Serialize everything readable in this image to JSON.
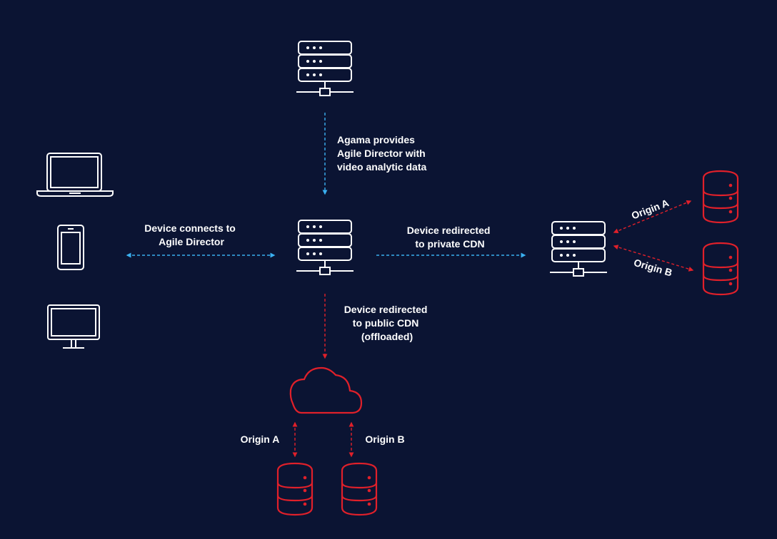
{
  "colors": {
    "background": "#0b1433",
    "icon_white": "#ffffff",
    "icon_red": "#e0202a",
    "arrow_blue": "#3ab0f0",
    "arrow_red": "#e0202a"
  },
  "icons": {
    "devices": [
      "laptop-icon",
      "smartphone-icon",
      "monitor-icon"
    ],
    "servers": [
      "agama-server-icon",
      "agile-director-server-icon",
      "private-cdn-server-icon"
    ],
    "cloud": "public-cdn-cloud-icon",
    "databases": [
      "database-icon",
      "database-icon",
      "database-icon",
      "database-icon"
    ]
  },
  "labels": {
    "agama_provides": [
      "Agama provides",
      "Agile Director with",
      "video analytic data"
    ],
    "device_connects": [
      "Device connects to",
      "Agile Director"
    ],
    "redirect_private": [
      "Device redirected",
      "to private CDN"
    ],
    "redirect_public": [
      "Device redirected",
      "to public CDN",
      "(offloaded)"
    ],
    "private_origin_a": "Origin A",
    "private_origin_b": "Origin B",
    "public_origin_a": "Origin A",
    "public_origin_b": "Origin B"
  }
}
